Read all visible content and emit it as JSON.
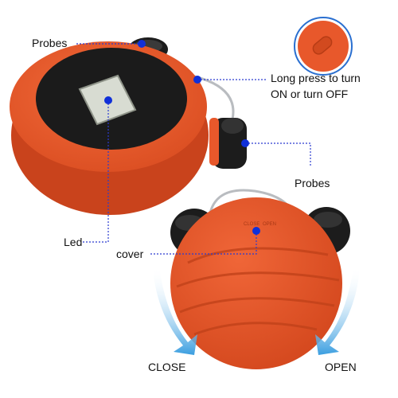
{
  "labels": {
    "probes_top": "Probes",
    "power_line1": "Long press to turn",
    "power_line2": "ON or turn OFF",
    "probes_right": "Probes",
    "led": "Led",
    "cover": "cover",
    "close": "CLOSE",
    "open": "OPEN"
  },
  "cover_marks": {
    "close": "CLOSE",
    "open": "OPEN"
  },
  "colors": {
    "body": "#e8582b",
    "body_shadow": "#c9431c",
    "face": "#1b1b1b",
    "lcd": "#d8dcd2",
    "marker": "#1030d8",
    "leader": "#2a3bd0",
    "arrow": "#4aa3e0"
  },
  "icons": {
    "power_button": "power-button-icon",
    "close_arrow": "rotate-close-arrow-icon",
    "open_arrow": "rotate-open-arrow-icon"
  }
}
